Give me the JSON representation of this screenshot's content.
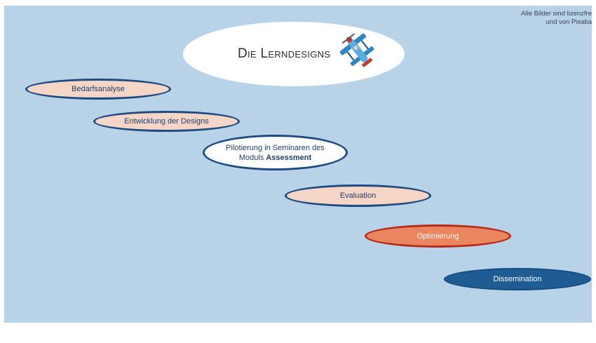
{
  "credit": {
    "line1": "Alle Bilder sind lizenzfre",
    "line2": "und von Pixaba"
  },
  "title": "Die Lerndesigns",
  "steps": {
    "bedarfsanalyse": "Bedarfsanalyse",
    "entwicklung": "Entwicklung der Designs",
    "pilotierung_line1": "Pilotierung in Seminaren des",
    "pilotierung_line2_prefix": "Moduls ",
    "pilotierung_line2_bold": "Assessment",
    "evaluation": "Evaluation",
    "optimierung": "Optimierung",
    "dissemination": "Dissemination"
  },
  "icons": {
    "plane": "biplane-icon"
  },
  "colors": {
    "background": "#b8d2e8",
    "step_fill": "#f5d6c6",
    "step_border": "#1e4a82",
    "optimierung_fill": "#e9865f",
    "optimierung_border": "#b82a1a",
    "dissemination_fill": "#1f5c94"
  }
}
